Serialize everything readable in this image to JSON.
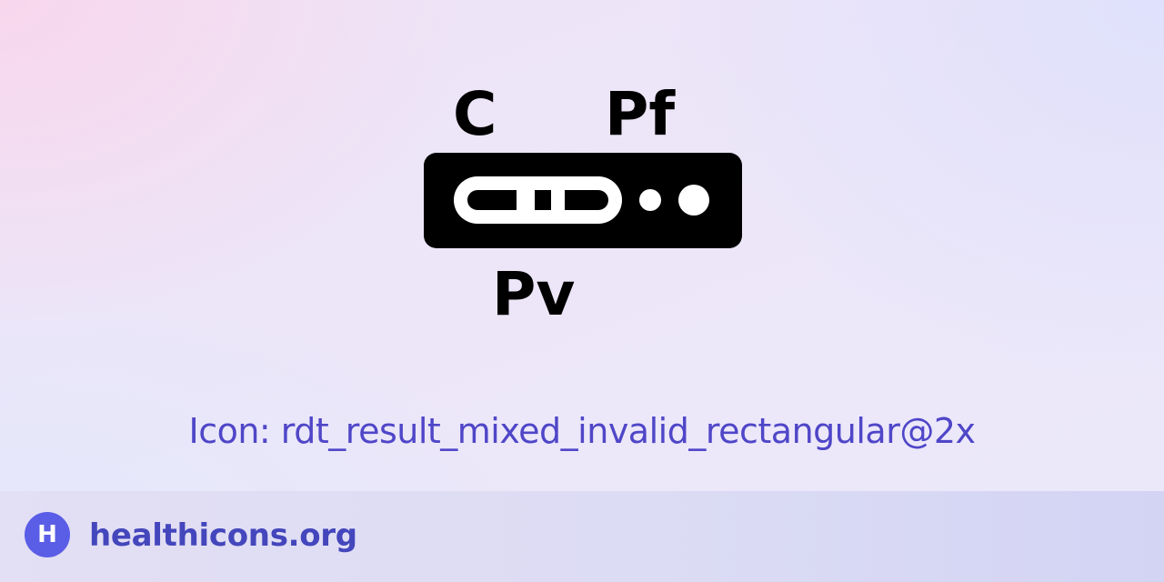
{
  "icon": {
    "name": "rdt-result-mixed-invalid-rectangular-icon",
    "labels": {
      "top_left": "C",
      "top_right": "Pf",
      "bottom": "Pv"
    }
  },
  "caption": "Icon: rdt_result_mixed_invalid_rectangular@2x",
  "footer": {
    "badge_letter": "H",
    "site": "healthicons.org"
  },
  "colors": {
    "caption": "#4f46c8",
    "brand": "#5a5de6",
    "brand_text": "#4446bc",
    "icon": "#000000"
  }
}
